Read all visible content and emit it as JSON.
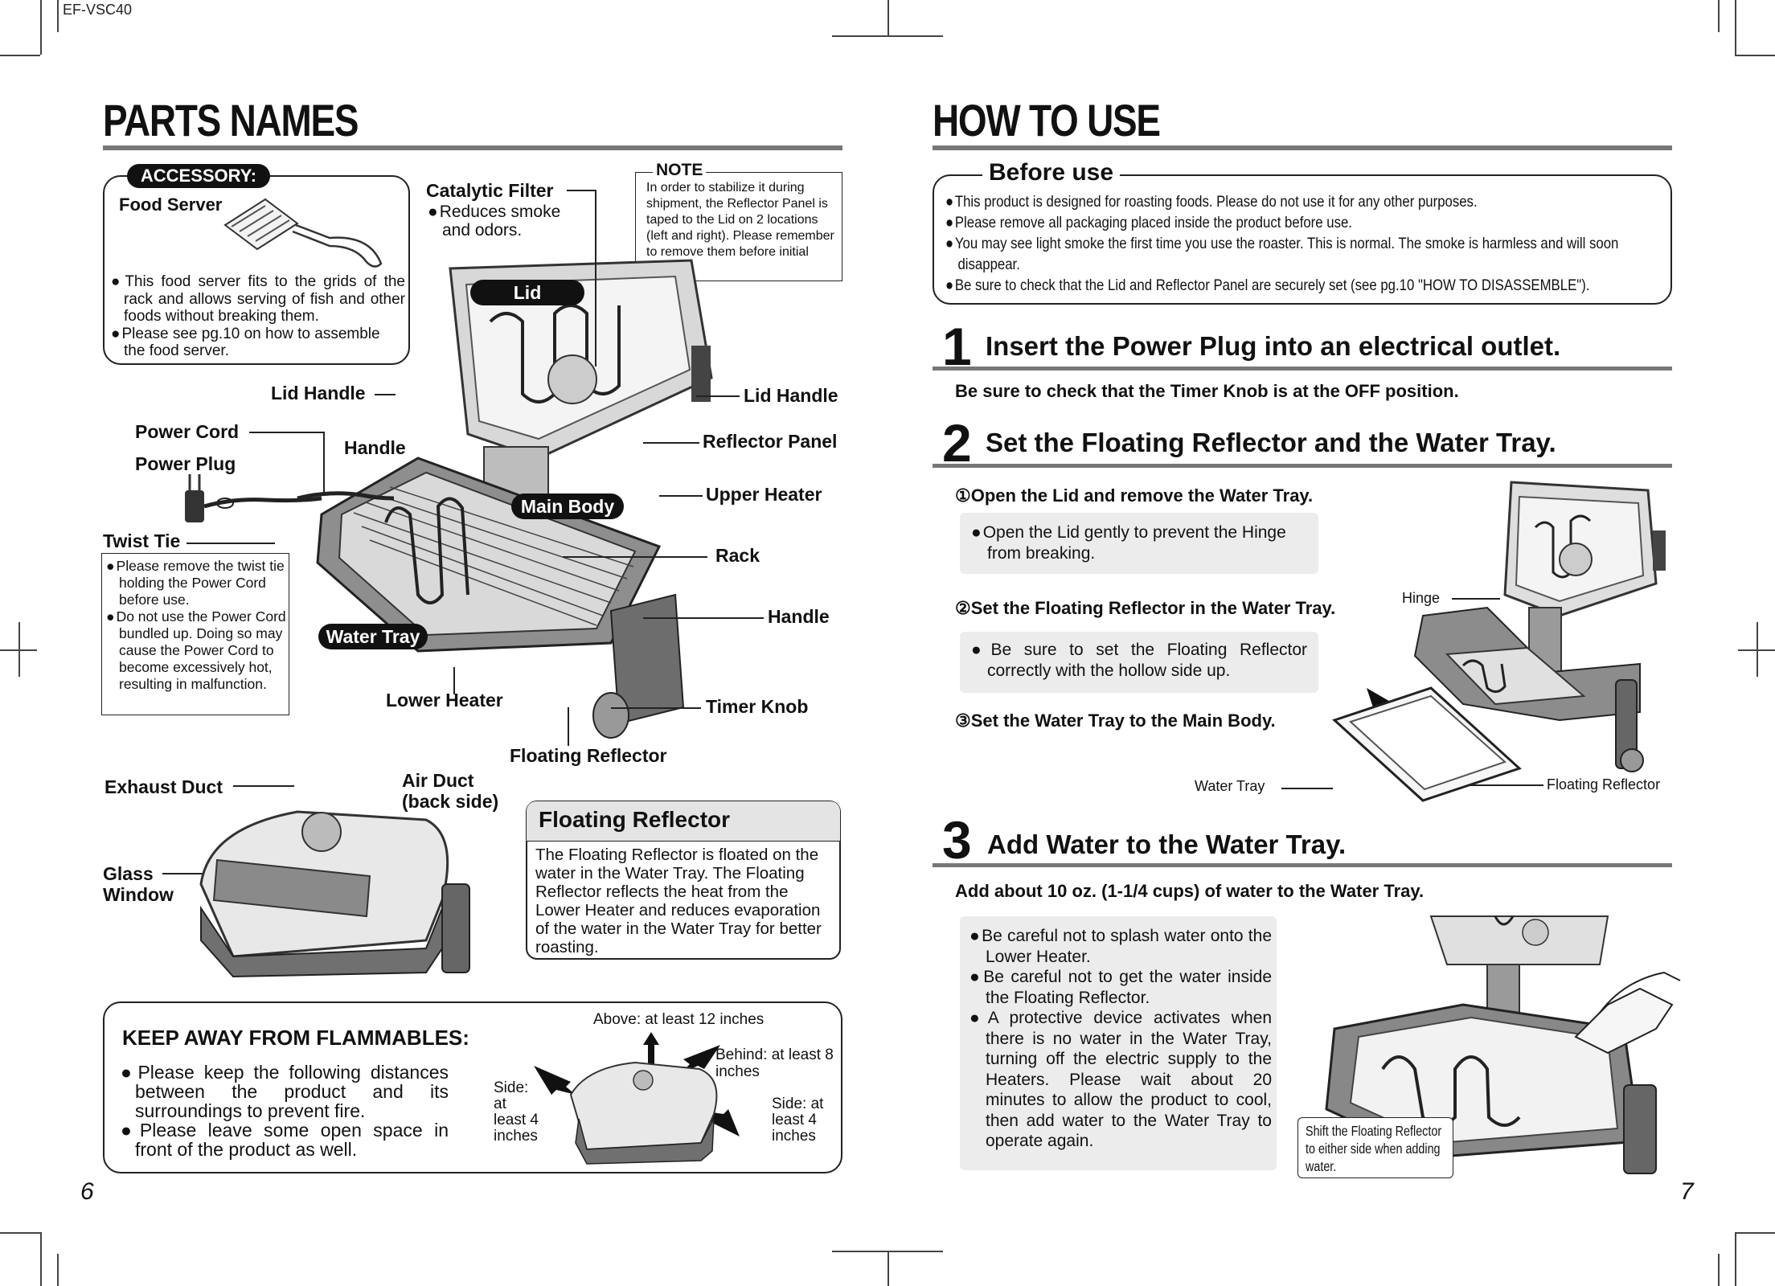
{
  "doc_code": "EF-VSC40",
  "left": {
    "title": "PARTS NAMES",
    "accessory": {
      "badge": "ACCESSORY:",
      "name": "Food Server",
      "notes": [
        "This food server fits to the grids of the rack and allows serving of fish and other foods without breaking them.",
        "Please see pg.10 on how to assemble the food server."
      ]
    },
    "catalytic": {
      "label": "Catalytic Filter",
      "note": "Reduces smoke and odors."
    },
    "note": {
      "title": "NOTE",
      "text": "In order to stabilize it during shipment, the Reflector Panel is taped to the Lid on 2 locations (left and right). Please remember to remove them before initial use."
    },
    "labels": {
      "lid": "Lid",
      "lid_handle_left": "Lid Handle",
      "lid_handle_right": "Lid Handle",
      "power_cord": "Power Cord",
      "power_plug": "Power Plug",
      "handle_top": "Handle",
      "reflector_panel": "Reflector Panel",
      "upper_heater": "Upper Heater",
      "main_body": "Main Body",
      "twist_tie": "Twist Tie",
      "rack": "Rack",
      "handle_right": "Handle",
      "water_tray": "Water Tray",
      "lower_heater": "Lower Heater",
      "timer_knob": "Timer Knob",
      "floating_reflector": "Floating Reflector",
      "exhaust_duct": "Exhaust Duct",
      "air_duct": "Air Duct",
      "air_duct_sub": "(back side)",
      "glass": "Glass",
      "window": "Window"
    },
    "twist_tie_notes": [
      "Please remove the twist tie holding the Power Cord before use.",
      "Do not use the Power Cord bundled up. Doing so may cause the Power Cord to become excessively hot, resulting in malfunction."
    ],
    "floating_box": {
      "title": "Floating Reflector",
      "text": "The Floating Reflector is floated on the water in the Water Tray. The Floating Reflector reflects the heat from the Lower Heater and reduces evaporation of the water in the Water Tray for better roasting."
    },
    "flammables": {
      "title": "KEEP AWAY FROM FLAMMABLES:",
      "items": [
        "Please keep the following distances between the product and its surroundings to prevent fire.",
        "Please leave some open space in front of the product as well."
      ],
      "above": "Above: at least 12 inches",
      "behind": "Behind: at least 8 inches",
      "side_left": "Side: at least 4 inches",
      "side_right": "Side: at least 4 inches"
    },
    "page_number": "6"
  },
  "right": {
    "title": "HOW TO USE",
    "before_use": {
      "title": "Before use",
      "items": [
        "This product is designed for roasting foods. Please do not use it for any other purposes.",
        "Please remove all packaging placed inside the product before use.",
        "You may see light smoke the first time you use the roaster. This is normal. The smoke is harmless and will soon disappear.",
        "Be sure to check that the Lid and Reflector Panel are securely set (see pg.10 \"HOW TO DISASSEMBLE\")."
      ]
    },
    "step1": {
      "num": "1",
      "title": "Insert the Power Plug into an electrical outlet.",
      "sub": "Be sure to check that the Timer Knob is at the OFF position."
    },
    "step2": {
      "num": "2",
      "title": "Set the Floating Reflector and the Water Tray.",
      "sub1": "①Open the Lid and remove the Water Tray.",
      "note1": "Open the Lid gently to prevent the Hinge from breaking.",
      "sub2": "②Set the Floating Reflector in the Water Tray.",
      "note2": "Be sure to set the Floating Reflector correctly with the hollow side up.",
      "sub3": "③Set the Water Tray to the Main Body.",
      "hinge": "Hinge",
      "water_tray": "Water Tray",
      "floating_reflector": "Floating Reflector"
    },
    "step3": {
      "num": "3",
      "title": "Add Water to the Water Tray.",
      "sub": "Add about 10 oz. (1-1/4 cups) of water to the Water Tray.",
      "notes": [
        "Be careful not to splash water onto the Lower Heater.",
        "Be careful not to get the water inside the Floating Reflector.",
        "A protective device activates when there is no water in the Water Tray, turning off the electric supply to the Heaters. Please wait about 20 minutes to allow the product to cool, then add water to the Water Tray to operate again."
      ],
      "callout": "Shift the Floating Reflector to either side when adding water."
    },
    "page_number": "7"
  }
}
